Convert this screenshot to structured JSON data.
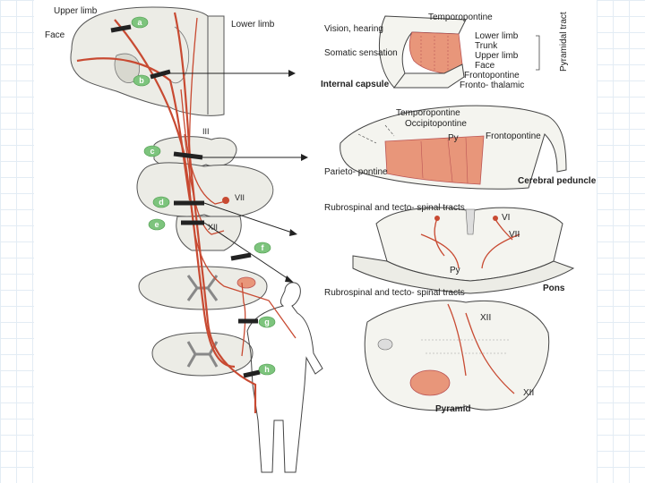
{
  "left_diagram": {
    "labels": {
      "upper_limb": "Upper limb",
      "face": "Face",
      "lower_limb": "Lower limb",
      "nerve_iii": "III",
      "nerve_vii": "VII",
      "nerve_xii": "XII"
    },
    "level_tags": [
      "a",
      "b",
      "c",
      "d",
      "e",
      "f",
      "g",
      "h"
    ]
  },
  "internal_capsule_panel": {
    "title": "Internal capsule",
    "labels": {
      "temporopontine": "Temporopontine",
      "vision_hearing": "Vision, hearing",
      "somatic_sensation": "Somatic sensation",
      "lower_limb": "Lower limb",
      "trunk": "Trunk",
      "upper_limb": "Upper limb",
      "face": "Face",
      "frontopontine": "Frontopontine",
      "frontothalamic": "Fronto- thalamic",
      "pyramidal_tract": "Pyramidal tract"
    }
  },
  "peduncle_panel": {
    "title": "Cerebral peduncle",
    "labels": {
      "temporopontine": "Temporopontine",
      "occipitopontine": "Occipitopontine",
      "py": "Py",
      "frontopontine": "Frontopontine",
      "parietopontine": "Parieto- pontine"
    }
  },
  "pons_panel": {
    "title": "Pons",
    "labels": {
      "rubrospinal": "Rubrospinal and tecto- spinal tracts",
      "nerve_vi": "VI",
      "nerve_vii": "VII",
      "py": "Py"
    }
  },
  "medulla_panel": {
    "title": "Pyramid",
    "labels": {
      "rubrospinal": "Rubrospinal and tecto- spinal tracts",
      "nerve_xii_top": "XII",
      "nerve_xii_bottom": "XII"
    }
  },
  "colors": {
    "tract": "#c84a32",
    "highlight": "#e8967a",
    "tag": "#7dc47d",
    "grid": "#e3ecf4"
  }
}
